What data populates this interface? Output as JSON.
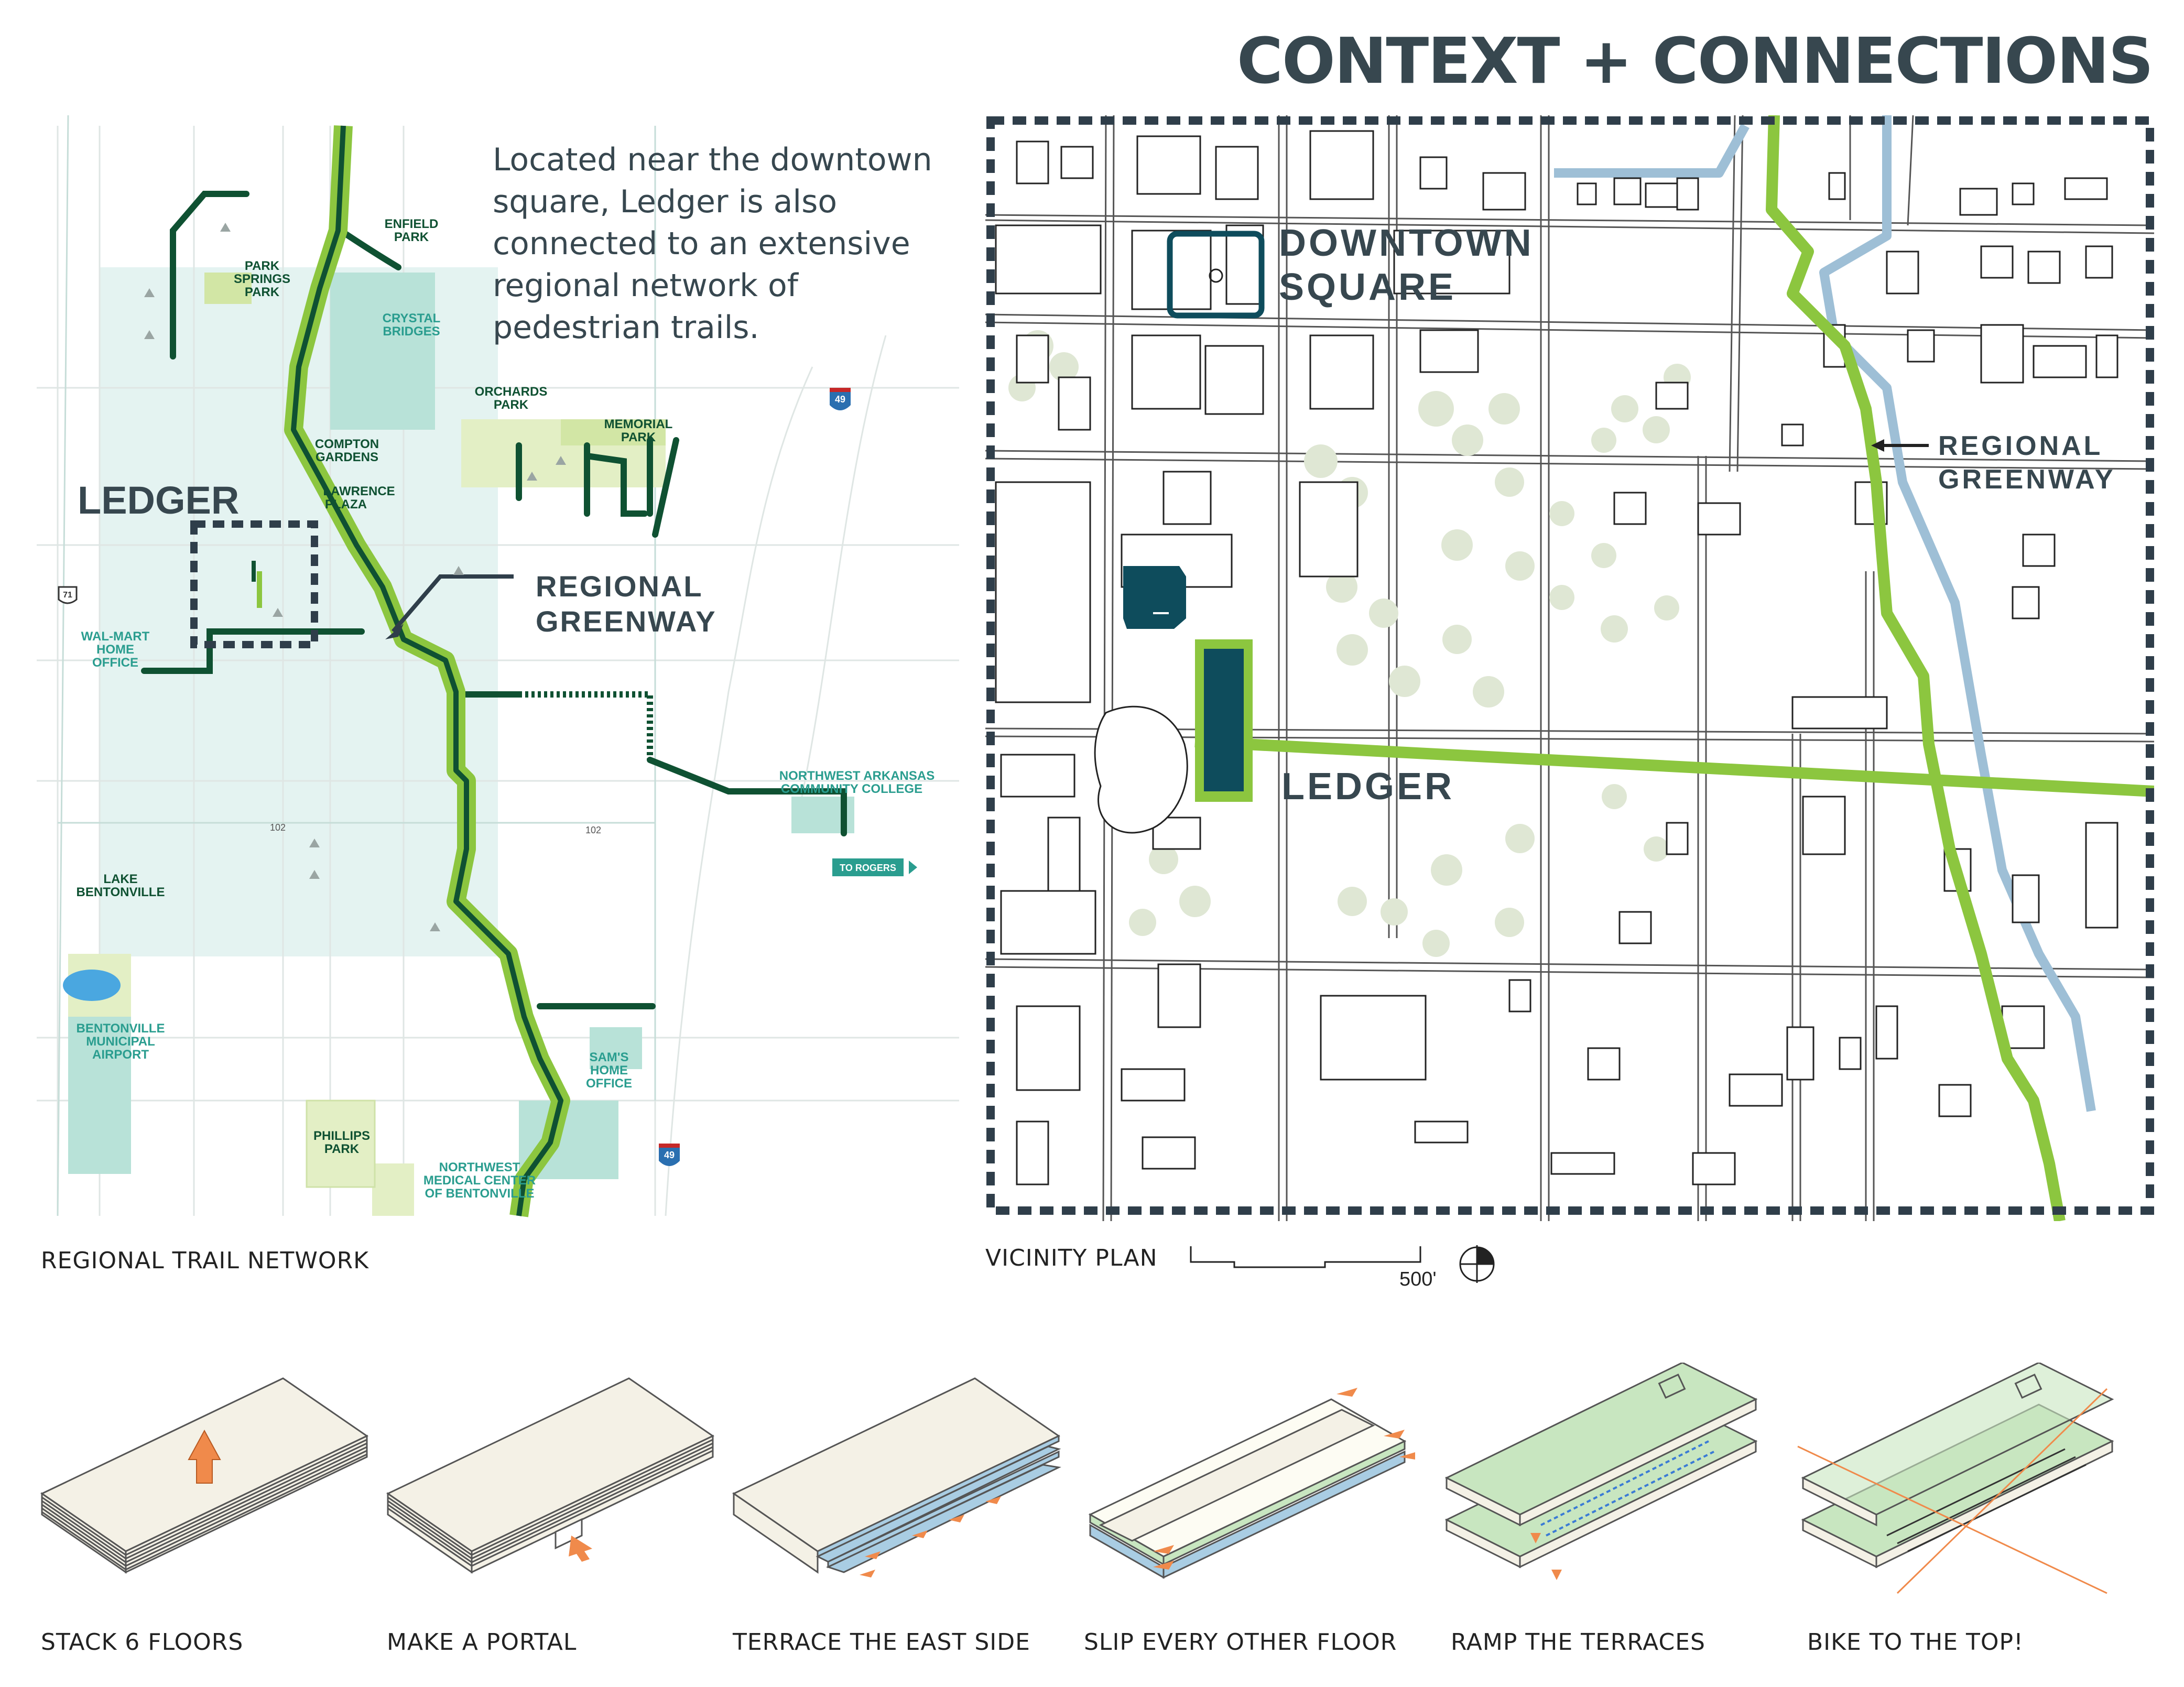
{
  "title": "CONTEXT + CONNECTIONS",
  "intro_text": "Located near the downtown square, Ledger is also connected to an extensive regional network of pedestrian trails.",
  "regional_map": {
    "caption": "REGIONAL TRAIL NETWORK",
    "ledger_label": "LEDGER",
    "greenway_label_1": "REGIONAL",
    "greenway_label_2": "GREENWAY",
    "places": {
      "enfield_1": "ENFIELD",
      "enfield_2": "PARK",
      "park_springs_1": "PARK",
      "park_springs_2": "SPRINGS",
      "park_springs_3": "PARK",
      "crystal_1": "CRYSTAL",
      "crystal_2": "BRIDGES",
      "orchards_1": "ORCHARDS",
      "orchards_2": "PARK",
      "memorial_1": "MEMORIAL",
      "memorial_2": "PARK",
      "compton_1": "COMPTON",
      "compton_2": "GARDENS",
      "lawrence_1": "LAWRENCE",
      "lawrence_2": "PLAZA",
      "walmart_1": "WAL-MART",
      "walmart_2": "HOME",
      "walmart_3": "OFFICE",
      "nwacc_1": "NORTHWEST ARKANSAS",
      "nwacc_2": "COMMUNITY COLLEGE",
      "to_rogers": "TO ROGERS",
      "lake_1": "LAKE",
      "lake_2": "BENTONVILLE",
      "airport_1": "BENTONVILLE",
      "airport_2": "MUNICIPAL",
      "airport_3": "AIRPORT",
      "sams_1": "SAM'S",
      "sams_2": "HOME",
      "sams_3": "OFFICE",
      "phillips_1": "PHILLIPS",
      "phillips_2": "PARK",
      "nwmc_1": "NORTHWEST",
      "nwmc_2": "MEDICAL CENTER",
      "nwmc_3": "OF BENTONVILLE"
    },
    "shields": {
      "i49_north": "49",
      "i49_south": "49",
      "us71": "71"
    },
    "road_102_a": "102",
    "road_102_b": "102"
  },
  "vicinity_plan": {
    "caption": "VICINITY PLAN",
    "scale_label": "500'",
    "downtown_1": "DOWNTOWN",
    "downtown_2": "SQUARE",
    "greenway_1": "REGIONAL",
    "greenway_2": "GREENWAY",
    "ledger_label": "LEDGER"
  },
  "process_steps": [
    {
      "label": "STACK 6 FLOORS"
    },
    {
      "label": "MAKE A PORTAL"
    },
    {
      "label": "TERRACE THE EAST SIDE"
    },
    {
      "label": "SLIP EVERY OTHER FLOOR"
    },
    {
      "label": "RAMP THE TERRACES"
    },
    {
      "label": "BIKE TO THE TOP!"
    }
  ],
  "colors": {
    "greenway": "#8cc63f",
    "trail_dark": "#0f5132",
    "ledger_teal": "#0e4c5c",
    "park_fill": "#e3efc5",
    "campus_fill": "#e2f2f0",
    "teal_text": "#2a9d8f",
    "river": "#9ebfd6",
    "arrow_orange": "#f08a4b"
  }
}
